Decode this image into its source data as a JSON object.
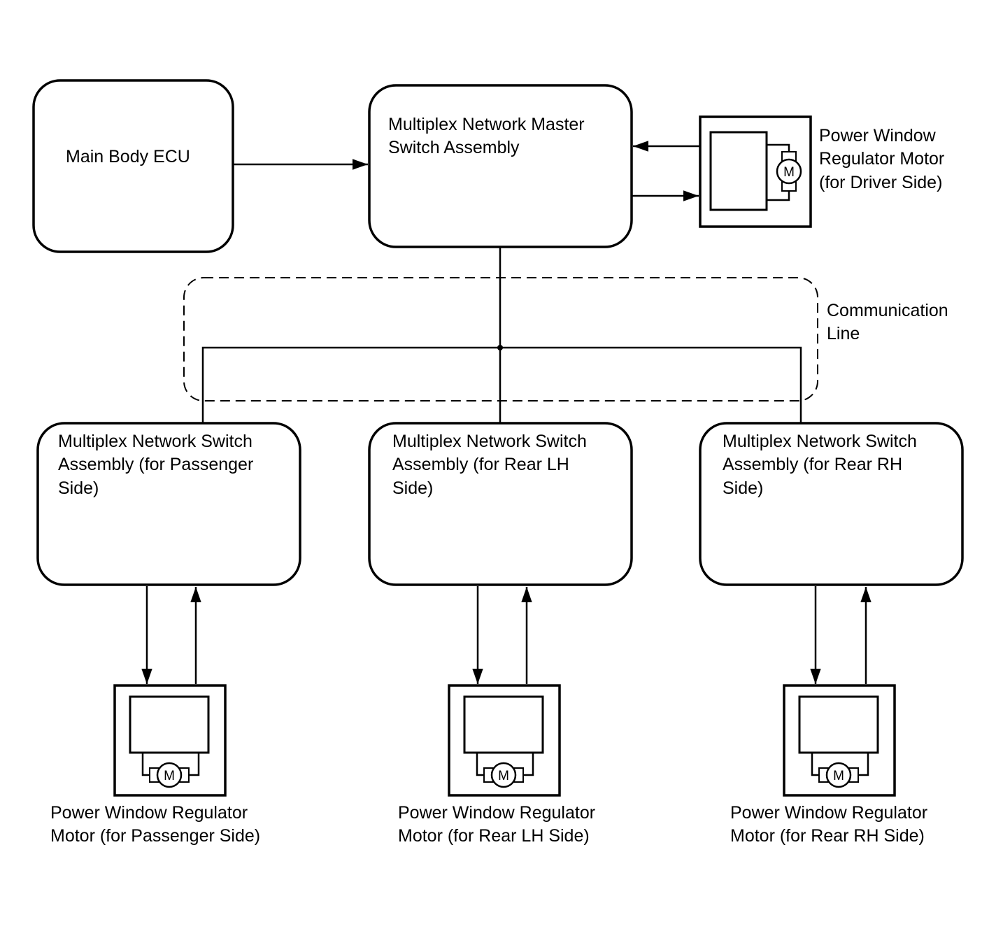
{
  "nodes": {
    "ecu": {
      "lines": [
        "Main Body ECU"
      ]
    },
    "master": {
      "lines": [
        "Multiplex Network Master",
        "Switch Assembly"
      ]
    },
    "driver_motor": {
      "lines": [
        "Power Window",
        "Regulator Motor",
        "(for Driver Side)"
      ]
    },
    "comm_line": {
      "lines": [
        "Communication",
        "Line"
      ]
    },
    "sw_passenger": {
      "lines": [
        "Multiplex Network Switch",
        "Assembly (for Passenger",
        "Side)"
      ]
    },
    "sw_rear_lh": {
      "lines": [
        "Multiplex Network Switch",
        "Assembly (for Rear LH",
        "Side)"
      ]
    },
    "sw_rear_rh": {
      "lines": [
        "Multiplex Network Switch",
        "Assembly (for Rear RH",
        "Side)"
      ]
    },
    "motor_passenger": {
      "lines": [
        "Power Window Regulator",
        "Motor (for Passenger Side)"
      ]
    },
    "motor_rear_lh": {
      "lines": [
        "Power Window Regulator",
        "Motor (for Rear LH Side)"
      ]
    },
    "motor_rear_rh": {
      "lines": [
        "Power Window Regulator",
        "Motor (for Rear RH Side)"
      ]
    }
  },
  "motor_symbol_label": "M"
}
